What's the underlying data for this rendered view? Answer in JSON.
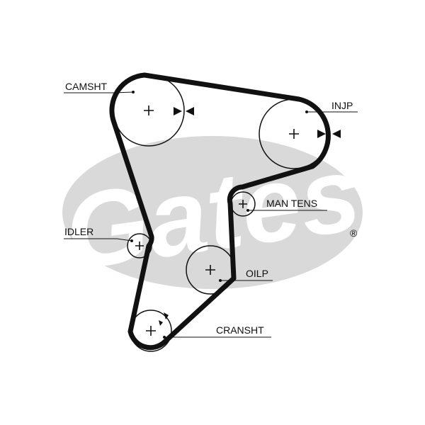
{
  "watermark": {
    "brand": "Gates",
    "registered_mark": "®",
    "fill_color": "#d9d9d9"
  },
  "colors": {
    "belt": "#111111",
    "pulley_stroke": "#111111",
    "label_text": "#111111"
  },
  "labels": {
    "camshaft": "CAMSHT",
    "injection_pump": "INJP",
    "manual_tensioner": "MAN TENS",
    "idler": "IDLER",
    "oil_pump": "OILP",
    "crankshaft": "CRANSHT"
  }
}
